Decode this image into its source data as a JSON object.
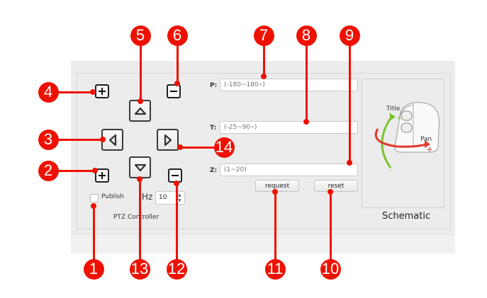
{
  "ptz": {
    "group_title": "PTZ Controller",
    "publish_label": "Publish",
    "publish_checked": false,
    "hz_label": "Hz",
    "hz_value": "10",
    "buttons": {
      "zoom_in_top": "plus-icon",
      "zoom_out_top": "minus-icon",
      "up": "triangle-up-icon",
      "left": "triangle-left-icon",
      "right": "triangle-right-icon",
      "down": "triangle-down-icon",
      "zoom_in_bottom": "plus-icon",
      "zoom_out_bottom": "minus-icon"
    }
  },
  "fields": {
    "p_label": "P:",
    "p_placeholder": "(-180~180∘)",
    "t_label": "T:",
    "t_placeholder": "(-25~90∘)",
    "z_label": "Z:",
    "z_placeholder": "(1~20)"
  },
  "actions": {
    "request": "request",
    "reset": "reset"
  },
  "schematic": {
    "title": "Schematic",
    "tilt_label": "Title",
    "pan_label": "Pan",
    "plus": "+",
    "minus": "-",
    "tilt_color": "#7cc22e",
    "pan_color": "#e03a2e"
  },
  "callouts": [
    "1",
    "2",
    "3",
    "4",
    "5",
    "6",
    "7",
    "8",
    "9",
    "10",
    "11",
    "12",
    "13",
    "14"
  ],
  "accent_color": "#ee1100"
}
